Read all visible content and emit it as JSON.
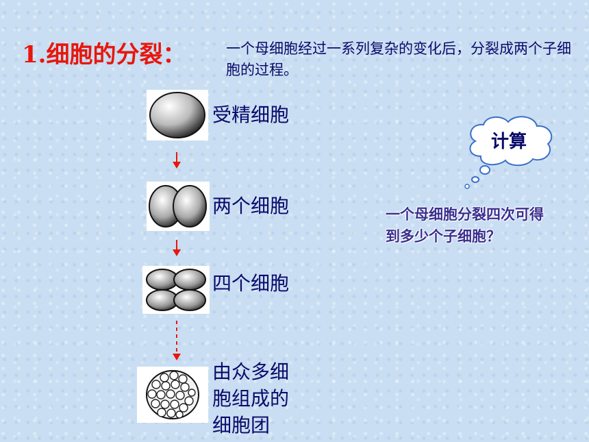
{
  "slide": {
    "title": "1.细胞的分裂：",
    "definition": "一个母细胞经过一系列复杂的变化后，分裂成两个子细胞的过程。"
  },
  "stages": [
    {
      "label": "受精细胞",
      "image_icon": "fertilized-egg-cell-icon"
    },
    {
      "label": "两个细胞",
      "image_icon": "two-cell-stage-icon"
    },
    {
      "label": "四个细胞",
      "image_icon": "four-cell-stage-icon"
    },
    {
      "label_lines": [
        "由众多细",
        "胞组成的",
        "细胞团"
      ],
      "image_icon": "cell-cluster-icon"
    }
  ],
  "thought_bubble": {
    "text": "计算"
  },
  "question": {
    "text": "一个母细胞分裂四次可得到多少个子细胞？"
  },
  "colors": {
    "title": "#e8160c",
    "text": "#0a0a6a",
    "arrow": "#e8160c",
    "background": "#c9def2",
    "question": "#3b2f8f"
  }
}
